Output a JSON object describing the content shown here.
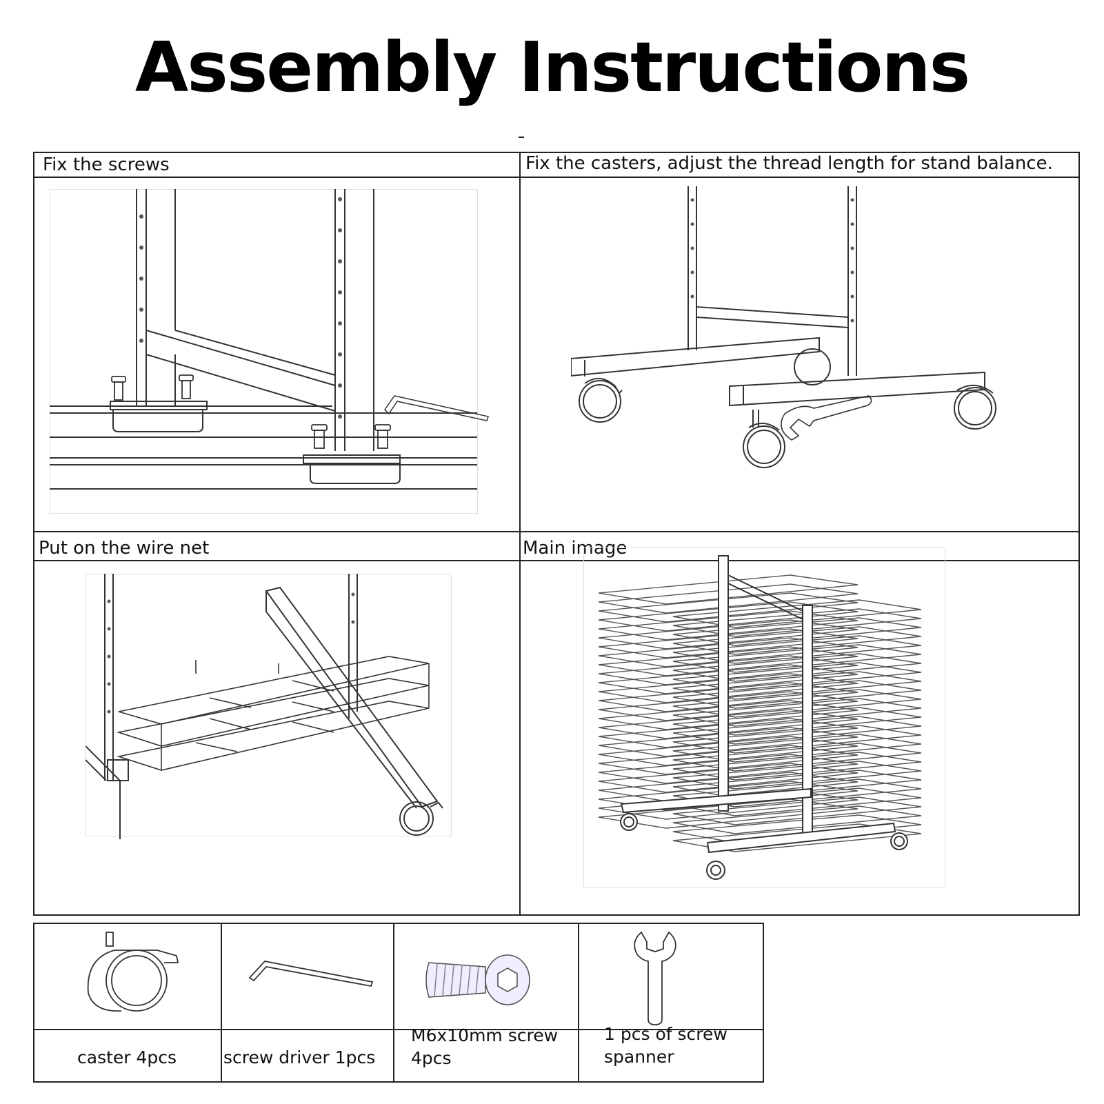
{
  "title": "Assembly Instructions",
  "steps": [
    {
      "label": "Fix the screws"
    },
    {
      "label": "Fix the casters, adjust the thread length for stand balance."
    },
    {
      "label": "Put on the wire net"
    },
    {
      "label": "Main image"
    }
  ],
  "parts": [
    {
      "line1": "caster 4pcs",
      "line2": "",
      "icon": "caster-icon"
    },
    {
      "line1": "screw driver 1pcs",
      "line2": "",
      "icon": "hex-key-icon"
    },
    {
      "line1": "M6x10mm screw",
      "line2": "4pcs",
      "icon": "screw-icon"
    },
    {
      "line1": "1 pcs of screw",
      "line2": "spanner",
      "icon": "spanner-icon"
    }
  ]
}
